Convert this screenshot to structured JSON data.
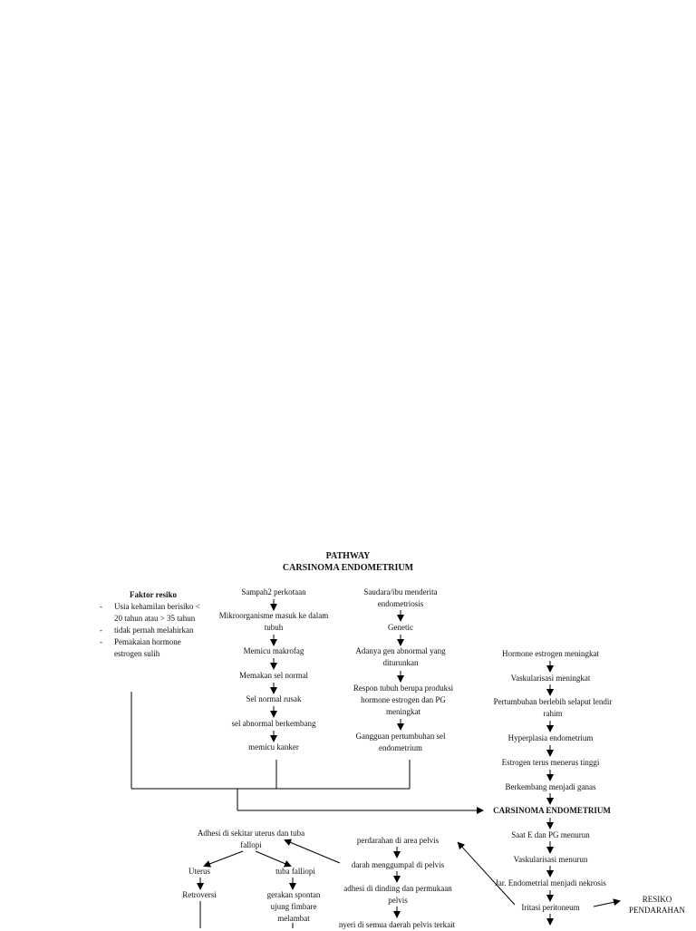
{
  "title": {
    "line1": "PATHWAY",
    "line2": "CARSINOMA ENDOMETRIUM"
  },
  "risk_factors": {
    "heading": "Faktor resiko",
    "items": [
      {
        "dash": "-",
        "text": "Usia kehamilan berisiko < 20 tahun atau > 35 tahun"
      },
      {
        "dash": "-",
        "text": "tidak pernah melahirkan"
      },
      {
        "dash": "-",
        "text": "Pemakaian hormone estrogen sulih"
      }
    ],
    "item1_line1": "Usia kehamilan berisiko <",
    "item1_line2": "20 tahun atau > 35 tahun",
    "item3_line1": "Pemakaian hormone",
    "item3_line2": "estrogen sulih"
  },
  "col_environment": [
    "Sampah2 perkotaan",
    "Mikroorganisme masuk ke dalam tubuh",
    "Memicu makrofag",
    "Memakan sel normal",
    "Sel normal rusak",
    "sel abnormal berkembang",
    "memicu kanker"
  ],
  "col_genetic": [
    "Saudara/ibu menderita endometriosis",
    "Genetic",
    "Adanya gen abnormal yang diturunkan",
    "Respon tubuh berupa produksi hormone estrogen dan PG meningkat",
    "Gangguan pertumbuhan sel endometrium"
  ],
  "col_hormone": [
    "Hormone estrogen meningkat",
    "Vaskularisasi meningkat",
    "Pertumbuhan berlebih selaput lendir rahim",
    "Hyperplasia endometrium",
    "Estrogen terus menerus tinggi",
    "Berkembang menjadi ganas"
  ],
  "main_node": "CARSINOMA ENDOMETRIUM",
  "col_after": [
    "Saat E dan PG menurun",
    "Vaskularisasi menurun",
    "Jar. Endometrial menjadi nekrosis",
    "Iritasi peritoneum"
  ],
  "risk_bleeding": {
    "line1": "RESIKO",
    "line2": "PENDARAHAN"
  },
  "col_pelvis": [
    "perdarahan di area pelvis",
    "darah menggumpal di pelvis",
    "adhesi di dinding dan permukaan pelvis",
    "nyeri di semua daerah pelvis terkait"
  ],
  "adhesion": {
    "text": "Adhesi di sekitar uterus dan tuba fallopi",
    "uterus": "Uterus",
    "tuba": "tuba falliopi",
    "retroversi": "Retroversi",
    "gerakan": "gerakan spontan ujung fimbare melambat"
  }
}
